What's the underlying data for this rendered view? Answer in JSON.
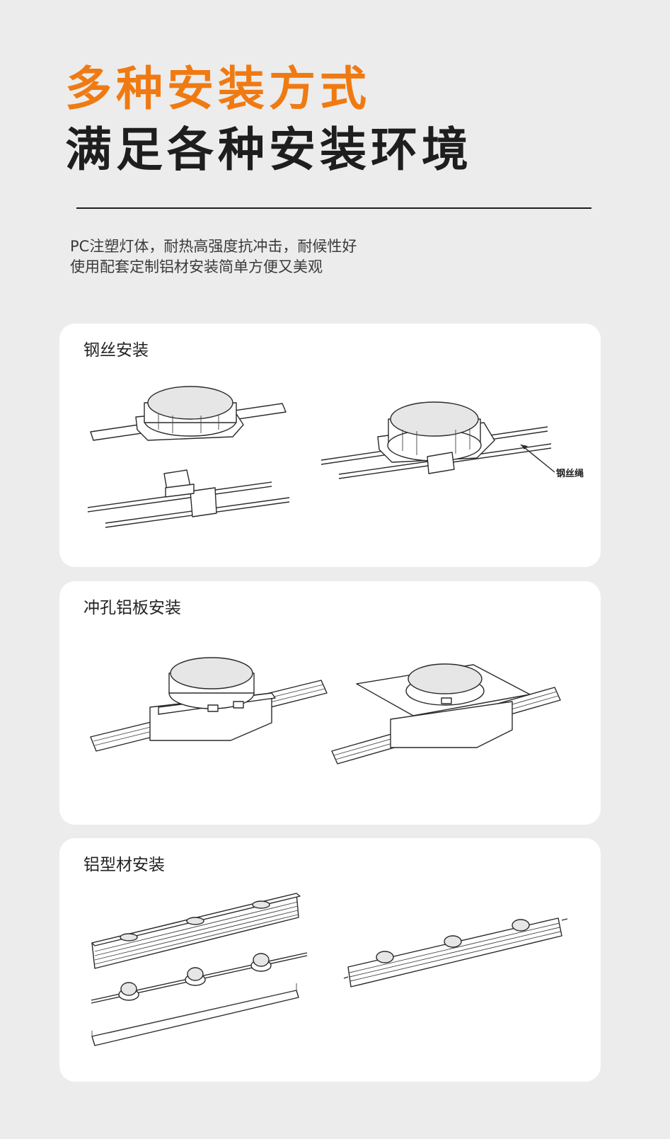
{
  "header": {
    "title_line1": "多种安装方式",
    "title_line2": "满足各种安装环境"
  },
  "description": {
    "line1": "PC注塑灯体，耐热高强度抗冲击，耐候性好",
    "line2": "使用配套定制铝材安装简单方便又美观"
  },
  "cards": [
    {
      "title": "钢丝安装",
      "annotation": "钢丝绳"
    },
    {
      "title": "冲孔铝板安装"
    },
    {
      "title": "铝型材安装"
    }
  ],
  "colors": {
    "accent": "#f07a12",
    "dark_text": "#1e1e1e",
    "background": "#ececec",
    "card": "#ffffff"
  }
}
